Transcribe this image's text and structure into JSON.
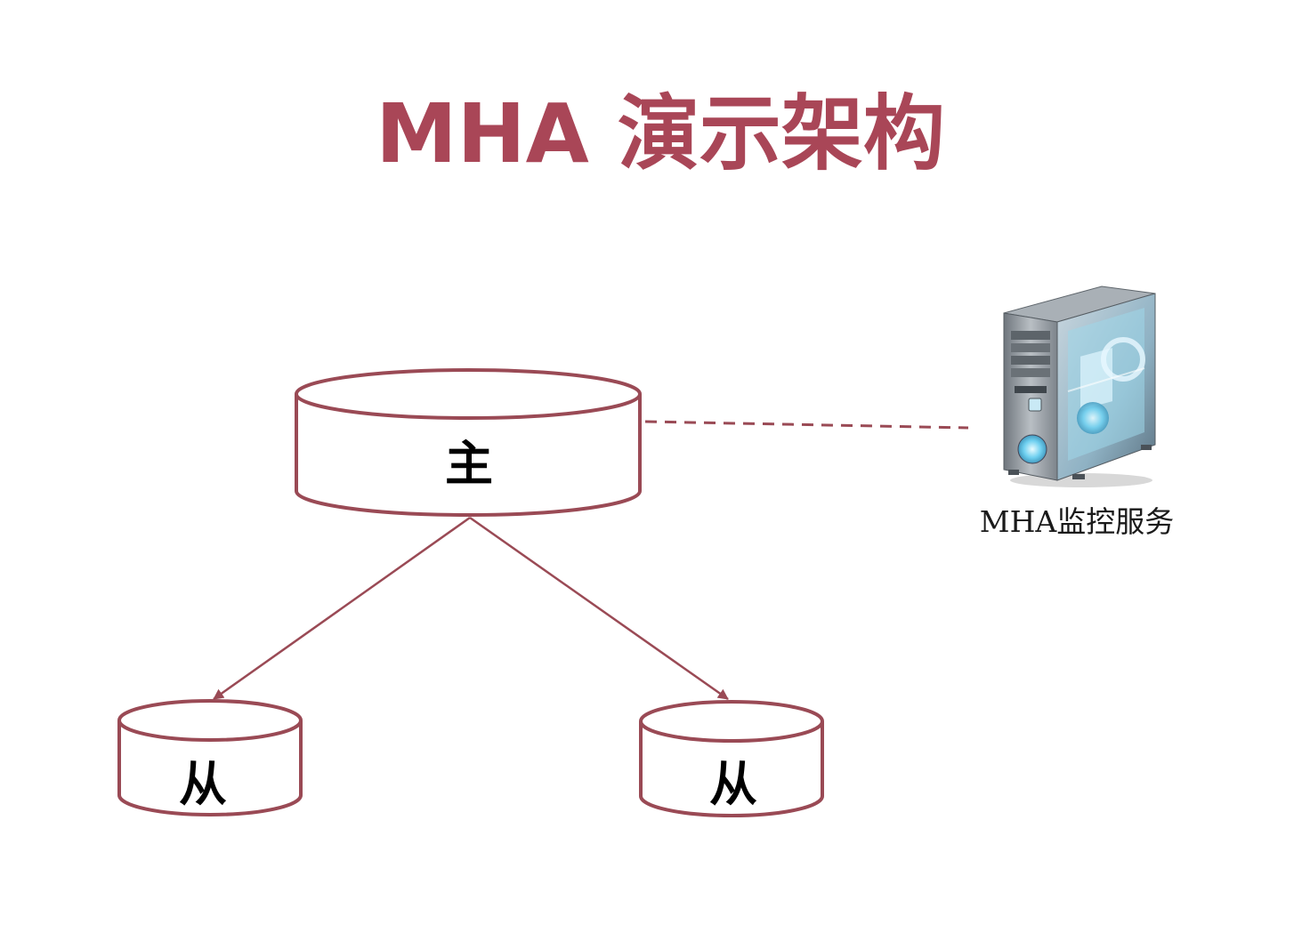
{
  "title": "MHA 演示架构",
  "colors": {
    "title": "#a94657",
    "stroke": "#9a4a55",
    "server_body": "#8d949b",
    "server_glow": "#5fc3e6"
  },
  "nodes": {
    "master": {
      "label": "主"
    },
    "slave_left": {
      "label": "从"
    },
    "slave_right": {
      "label": "从"
    }
  },
  "monitor": {
    "label": "MHA监控服务",
    "icon": "server-tower-icon"
  },
  "connections": [
    {
      "from": "master",
      "to": "slave_left",
      "style": "arrow"
    },
    {
      "from": "master",
      "to": "slave_right",
      "style": "arrow"
    },
    {
      "from": "master",
      "to": "monitor",
      "style": "dashed"
    }
  ]
}
